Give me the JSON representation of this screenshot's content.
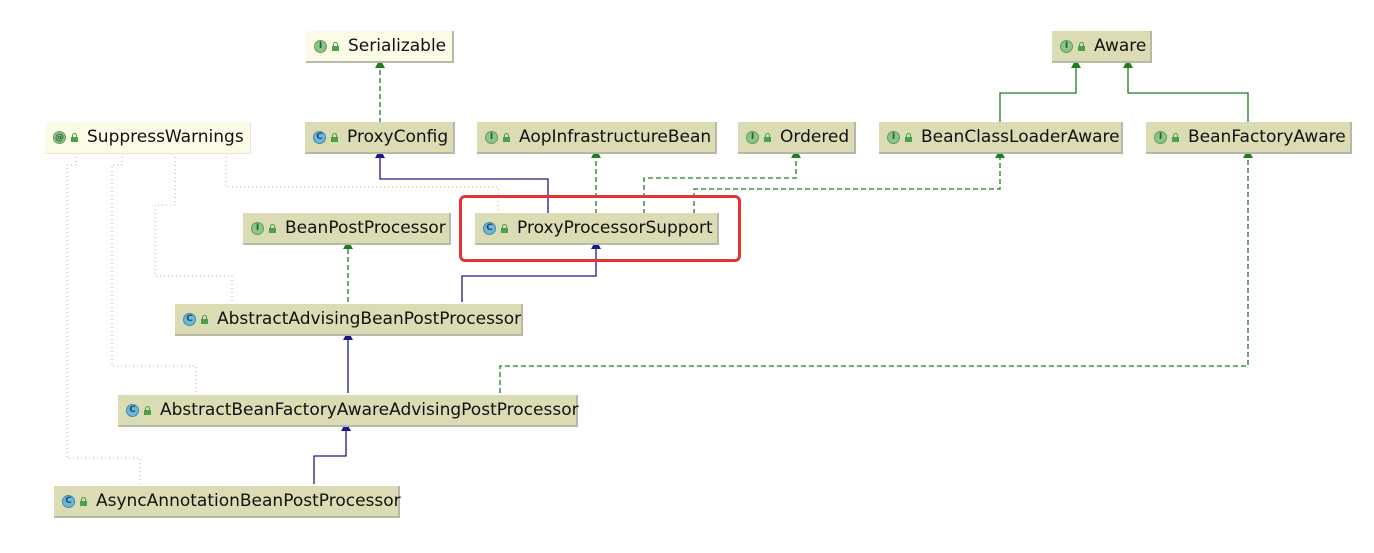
{
  "nodes": {
    "serializable": {
      "label": "Serializable",
      "kind": "interface"
    },
    "aware": {
      "label": "Aware",
      "kind": "interface"
    },
    "suppress_warnings": {
      "label": "SuppressWarnings",
      "kind": "annotation"
    },
    "proxy_config": {
      "label": "ProxyConfig",
      "kind": "class"
    },
    "aop_infrastructure_bean": {
      "label": "AopInfrastructureBean",
      "kind": "interface"
    },
    "ordered": {
      "label": "Ordered",
      "kind": "interface"
    },
    "bean_class_loader_aware": {
      "label": "BeanClassLoaderAware",
      "kind": "interface"
    },
    "bean_factory_aware": {
      "label": "BeanFactoryAware",
      "kind": "interface"
    },
    "bean_post_processor": {
      "label": "BeanPostProcessor",
      "kind": "interface"
    },
    "proxy_processor_support": {
      "label": "ProxyProcessorSupport",
      "kind": "class"
    },
    "abstract_advising_bpp": {
      "label": "AbstractAdvisingBeanPostProcessor",
      "kind": "class"
    },
    "abstract_bfa_advising_pp": {
      "label": "AbstractBeanFactoryAwareAdvisingPostProcessor",
      "kind": "class"
    },
    "async_annotation_bpp": {
      "label": "AsyncAnnotationBeanPostProcessor",
      "kind": "class"
    }
  },
  "badges": {
    "interface": "I",
    "class": "C",
    "annotation": "@"
  },
  "colors": {
    "extends": "#1a1a8c",
    "implements": "#1e7d1e",
    "annotation_link": "#c8b070",
    "highlight": "#e53333"
  },
  "highlighted_node": "proxy_processor_support"
}
